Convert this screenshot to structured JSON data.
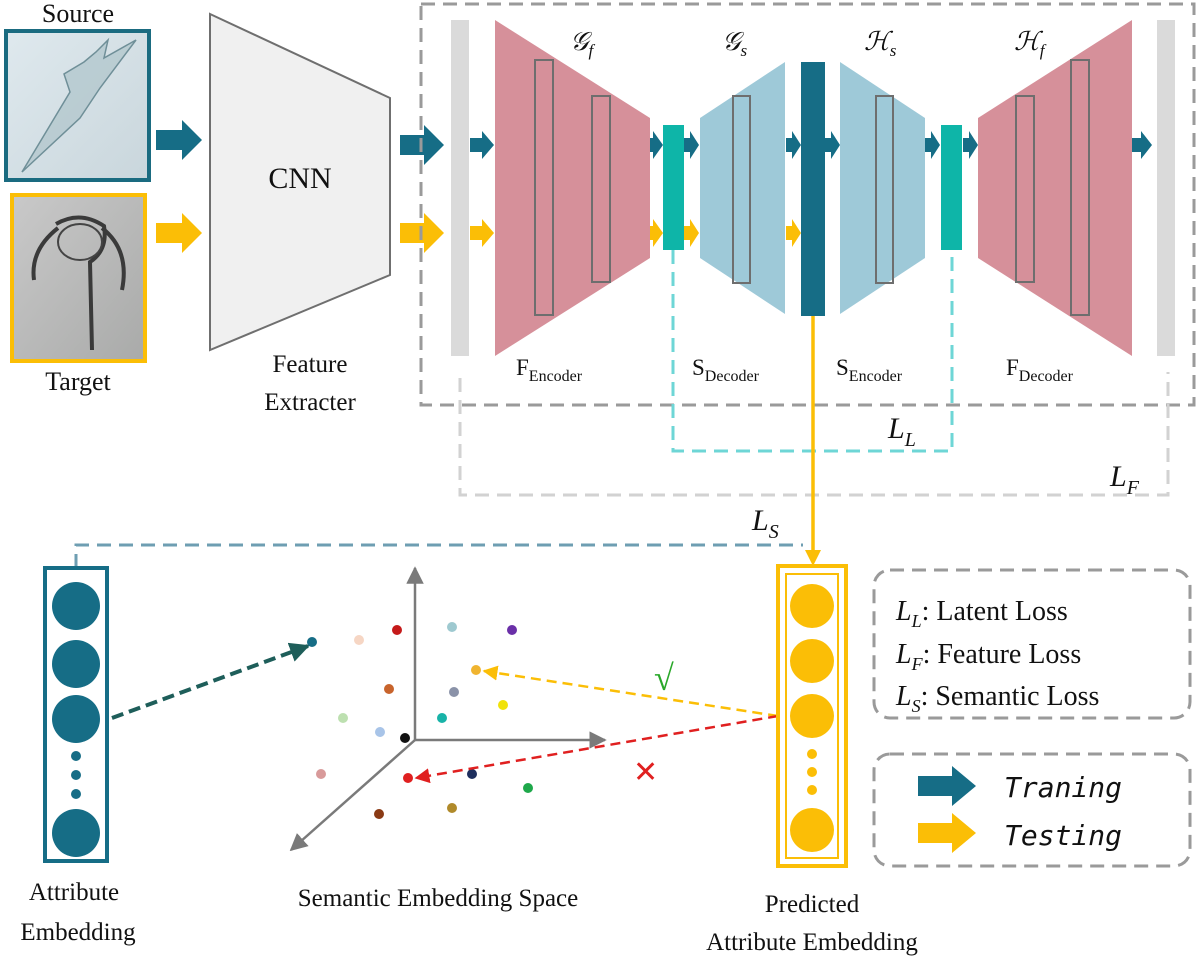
{
  "inputs": {
    "source_label": "Source",
    "target_label": "Target"
  },
  "extractor": {
    "name": "CNN",
    "caption_line1": "Feature",
    "caption_line2": "Extracter"
  },
  "blocks": {
    "gf": {
      "sym": "𝒢",
      "sub": "f"
    },
    "gs": {
      "sym": "𝒢",
      "sub": "s"
    },
    "hs": {
      "sym": "ℋ",
      "sub": "s"
    },
    "hf": {
      "sym": "ℋ",
      "sub": "f"
    }
  },
  "captions": {
    "f_encoder": {
      "main": "F",
      "sub": "Encoder"
    },
    "s_decoder": {
      "main": "S",
      "sub": "Decoder"
    },
    "s_encoder": {
      "main": "S",
      "sub": "Encoder"
    },
    "f_decoder": {
      "main": "F",
      "sub": "Decoder"
    }
  },
  "losses": {
    "ll": {
      "main": "L",
      "sub": "L"
    },
    "lf": {
      "main": "L",
      "sub": "F"
    },
    "ls": {
      "main": "L",
      "sub": "S"
    }
  },
  "legend_losses": [
    {
      "main": "L",
      "sub": "L",
      "text": ": Latent Loss"
    },
    {
      "main": "L",
      "sub": "F",
      "text": ": Feature Loss"
    },
    {
      "main": "L",
      "sub": "S",
      "text": ": Semantic Loss"
    }
  ],
  "legend_modes": {
    "training": "Traning",
    "testing": "Testing"
  },
  "embedding": {
    "attribute_line1": "Attribute",
    "attribute_line2": "Embedding",
    "space_label": "Semantic Embedding Space",
    "predicted_line1": "Predicted",
    "predicted_line2": "Attribute Embedding",
    "correct_mark": "√",
    "wrong_mark": "✕"
  },
  "colors": {
    "training": "#166d86",
    "testing": "#fbbe06",
    "f_block": "#d6909a",
    "s_block": "#9ec9d8",
    "latent": "#0eb5a8",
    "correct": "#2aa82a",
    "wrong": "#e02020"
  }
}
